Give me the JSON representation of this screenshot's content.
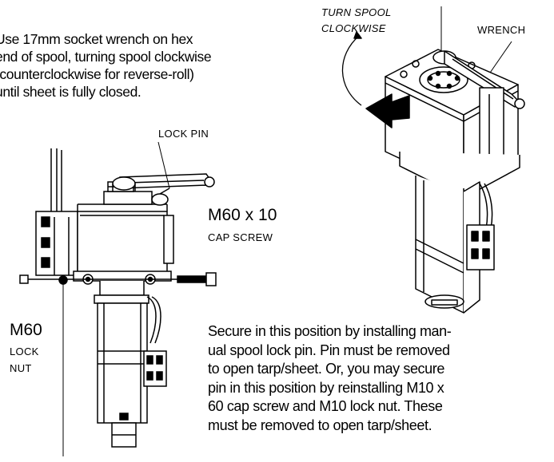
{
  "instruction_top": {
    "lines": [
      "Use 17mm socket wrench on hex",
      "end of spool, turning spool clockwise",
      "(counterclockwise for reverse-roll)",
      "until sheet is fully closed."
    ]
  },
  "left_figure": {
    "lock_pin_label": "LOCK PIN",
    "cap_screw_size": "M60 x 10",
    "cap_screw_label": "CAP SCREW",
    "lock_nut_size": "M60",
    "lock_nut_label_1": "LOCK",
    "lock_nut_label_2": "NUT"
  },
  "right_figure": {
    "turn_label_1": "TURN SPOOL",
    "turn_label_2": "CLOCKWISE",
    "wrench_label": "WRENCH"
  },
  "instruction_bottom": {
    "lines": [
      "Secure in this position by installing man-",
      "ual spool lock pin. Pin must be removed",
      "to open tarp/sheet. Or, you may secure",
      "pin in this position by reinstalling M10 x",
      "60 cap screw and M10 lock nut. These",
      "must be removed to open tarp/sheet."
    ]
  }
}
